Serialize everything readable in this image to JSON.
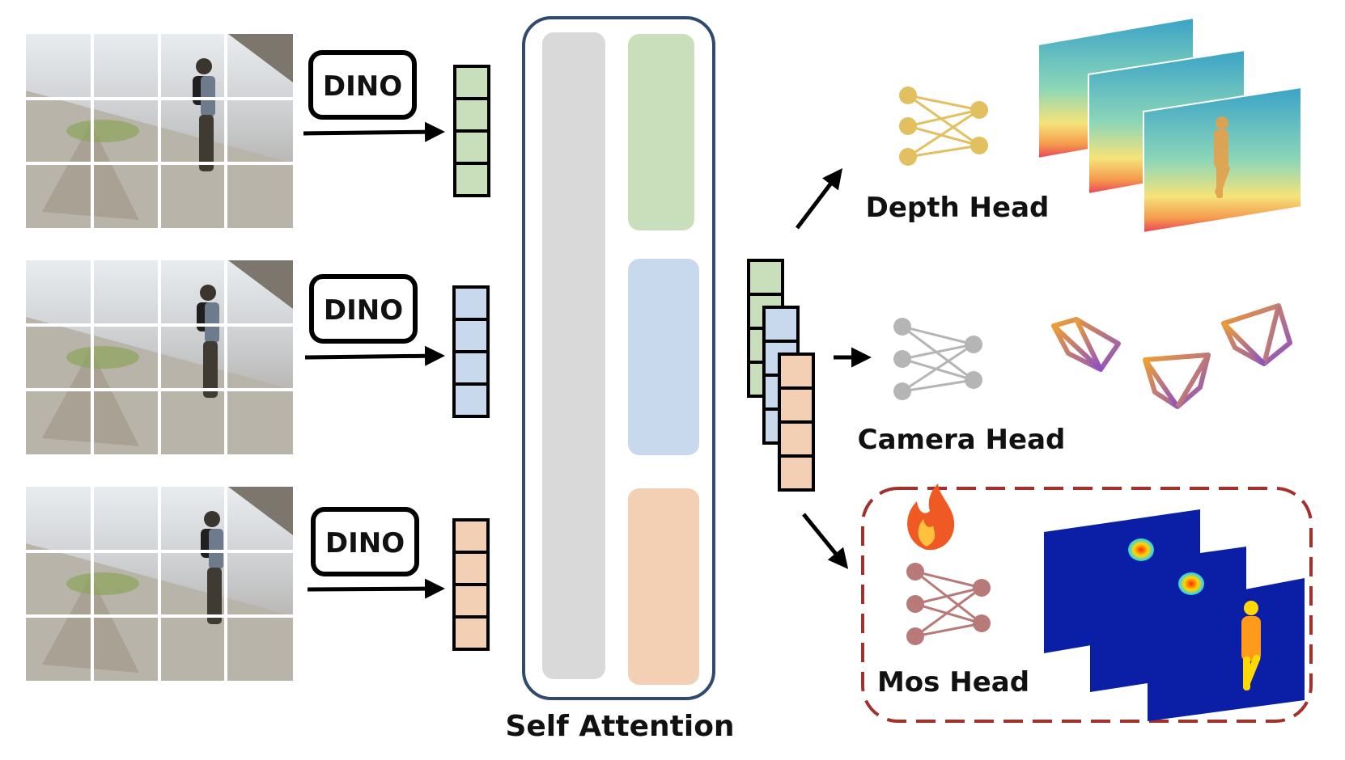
{
  "encoder": {
    "label": "DINO"
  },
  "attention": {
    "label": "Self Attention"
  },
  "heads": {
    "depth": {
      "label": "Depth Head"
    },
    "camera": {
      "label": "Camera Head"
    },
    "mos": {
      "label": "Mos Head"
    }
  },
  "colors": {
    "frame1": "#c9dfbc",
    "frame2": "#c8d9ee",
    "frame3": "#f3cfb4",
    "attention_gray": "#d9d9d9",
    "attention_border": "#2f4a6e",
    "depth_net": "#e2c060",
    "camera_net": "#b5b5b5",
    "mos_net": "#b87a78",
    "mos_box": "#a3302a",
    "mos_bg": "#0b1fa6"
  },
  "icons": {
    "network": "network-icon",
    "fire": "fire-icon",
    "camera_frustum": "camera-frustum-icon"
  }
}
